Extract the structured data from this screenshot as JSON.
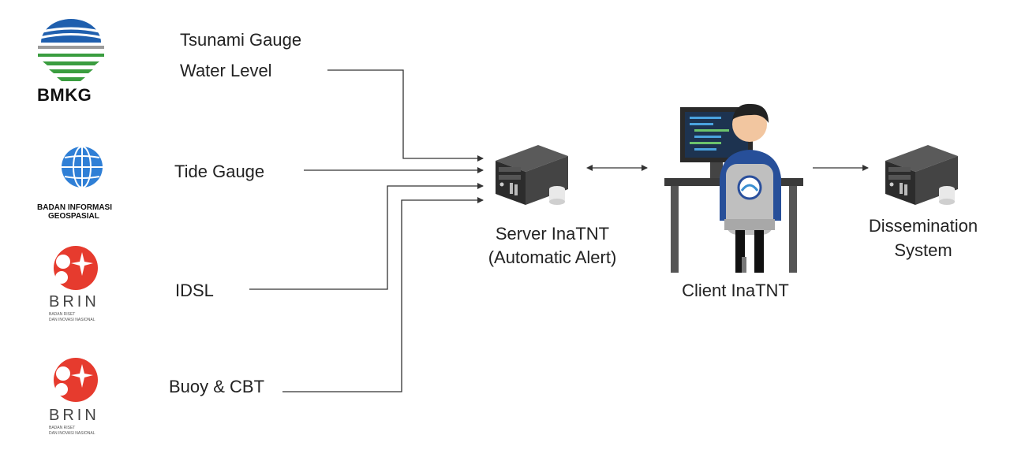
{
  "logos": {
    "bmkg": {
      "name": "BMKG",
      "colors": {
        "blue": "#1f5fae",
        "green": "#3a9d3f"
      }
    },
    "big": {
      "line1": "BADAN INFORMASI",
      "line2": "GEOSPASIAL",
      "colors": {
        "navy": "#1c2f6e",
        "blue": "#2f7fd6"
      }
    },
    "brin_1": {
      "name": "BRIN",
      "line1": "BADAN RISET",
      "line2": "DAN INOVASI NASIONAL",
      "color": "#e63b2e"
    },
    "brin_2": {
      "name": "BRIN",
      "line1": "BADAN RISET",
      "line2": "DAN INOVASI NASIONAL",
      "color": "#e63b2e"
    }
  },
  "sources": {
    "tsunami_gauge_line1": "Tsunami Gauge",
    "tsunami_gauge_line2": "Water Level",
    "tide_gauge": "Tide Gauge",
    "idsl": "IDSL",
    "buoy_cbt": "Buoy & CBT"
  },
  "nodes": {
    "server_line1": "Server InaTNT",
    "server_line2": "(Automatic Alert)",
    "client": "Client InaTNT",
    "dissemination_line1": "Dissemination",
    "dissemination_line2": "System"
  },
  "icons": {
    "server": "server-rack-icon",
    "client": "operator-at-computer-icon",
    "dissemination": "server-rack-icon"
  },
  "colors": {
    "line": "#333333",
    "text": "#222222"
  }
}
